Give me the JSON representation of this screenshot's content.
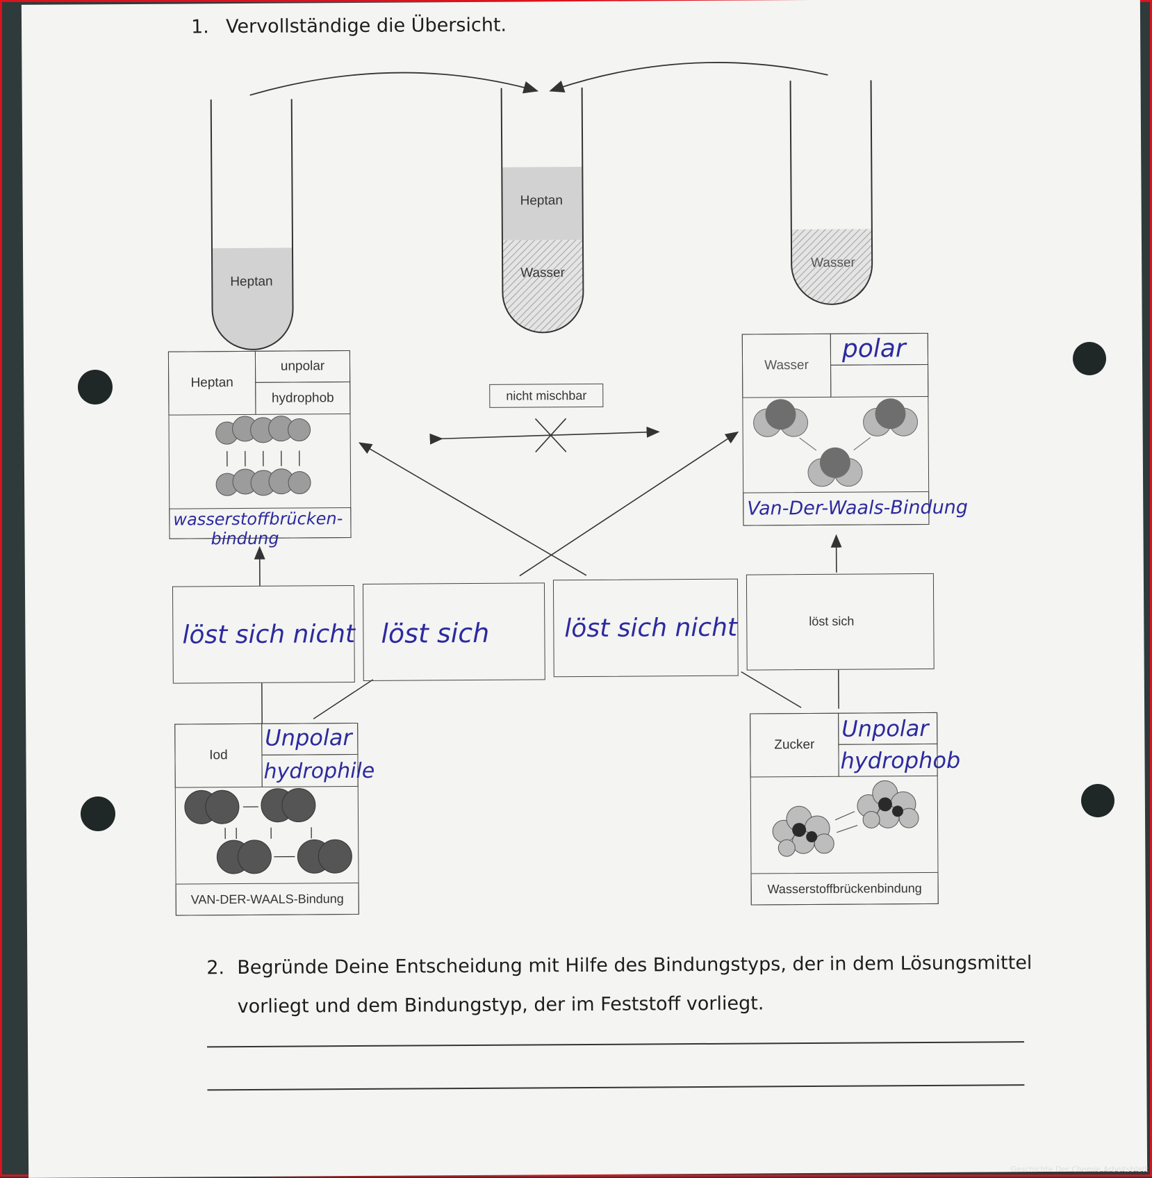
{
  "task1": {
    "number": "1.",
    "text": "Vervollständige die Übersicht."
  },
  "tubes": {
    "left_label": "Heptan",
    "middle_top_label": "Heptan",
    "middle_bottom_label": "Wasser",
    "right_label": "Wasser"
  },
  "heptan_box": {
    "name": "Heptan",
    "prop1": "unpolar",
    "prop2": "hydrophob",
    "bond_handwritten_line1": "wasserstoffbrücken-",
    "bond_handwritten_line2": "bindung"
  },
  "wasser_box": {
    "name": "Wasser",
    "prop1_handwritten": "polar",
    "prop2": "",
    "bond_handwritten": "Van-Der-Waals-Bindung"
  },
  "center_label": "nicht mischbar",
  "result_boxes": [
    {
      "text": "löst sich nicht",
      "handwritten": true
    },
    {
      "text": "löst sich",
      "handwritten": true
    },
    {
      "text": "löst sich nicht",
      "handwritten": true
    },
    {
      "text": "löst sich",
      "handwritten": false
    }
  ],
  "iod_box": {
    "name": "Iod",
    "prop1_handwritten": "Unpolar",
    "prop2_handwritten": "hydrophile",
    "bond": "VAN-DER-WAALS-Bindung"
  },
  "zucker_box": {
    "name": "Zucker",
    "prop1_handwritten": "Unpolar",
    "prop2_handwritten": "hydrophob",
    "bond": "Wasserstoffbrückenbindung"
  },
  "task2": {
    "number": "2.",
    "line1": "Begründe Deine Entscheidung mit Hilfe des Bindungstyps, der in dem Lösungsmittel",
    "line2": "vorliegt und dem Bindungstyp, der im Feststoff vorliegt."
  },
  "watermark": "Geschichte Der Chemie Arbeitsblatt"
}
